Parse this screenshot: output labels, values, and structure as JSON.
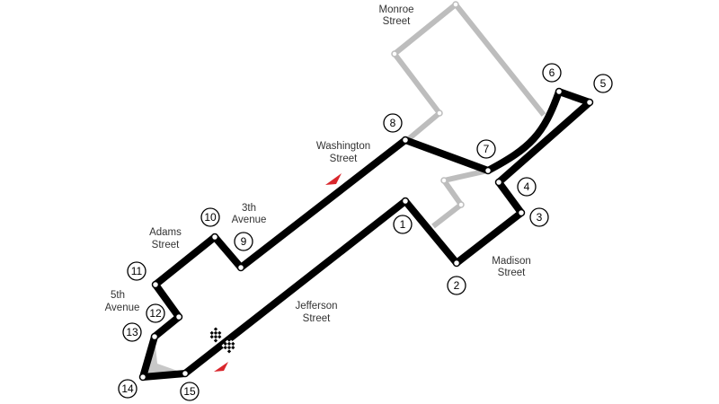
{
  "title": "Circuit map",
  "streets": {
    "monroe": [
      "Monroe",
      "Street"
    ],
    "washington": [
      "Washington",
      "Street"
    ],
    "third_avenue": [
      "3th",
      "Avenue"
    ],
    "adams": [
      "Adams",
      "Street"
    ],
    "fifth_avenue": [
      "5th",
      "Avenue"
    ],
    "jefferson": [
      "Jefferson",
      "Street"
    ],
    "madison": [
      "Madison",
      "Street"
    ]
  },
  "turns": [
    "1",
    "2",
    "3",
    "4",
    "5",
    "6",
    "7",
    "8",
    "9",
    "10",
    "11",
    "12",
    "13",
    "14",
    "15"
  ],
  "colors": {
    "track": "#000000",
    "alternate_track": "#bdbdbd",
    "direction_arrow": "#d9262c"
  }
}
